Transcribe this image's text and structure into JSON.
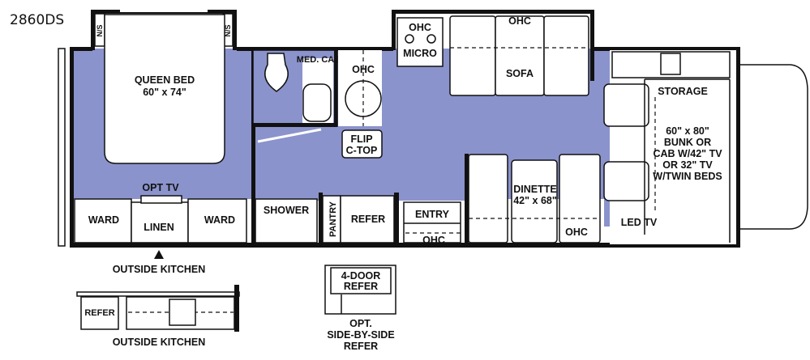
{
  "model": "2860DS",
  "colors": {
    "floor": "#8b93cc",
    "wall": "#111111"
  },
  "labels": {
    "nightstand": "N/S",
    "queen_bed": [
      "QUEEN BED",
      "60\" x 74\""
    ],
    "med_cab": "MED. CAB",
    "ohc": "OHC",
    "micro": "MICRO",
    "sofa": "SOFA",
    "flip_ctop": [
      "FLIP",
      "C-TOP"
    ],
    "storage": "STORAGE",
    "bunk": [
      "60\" x 80\"",
      "BUNK OR",
      "CAB W/42\" TV",
      "OR 32\" TV",
      "W/TWIN BEDS"
    ],
    "opt_tv": "OPT TV",
    "ward": "WARD",
    "linen": "LINEN",
    "shower": "SHOWER",
    "pantry": "PANTRY",
    "refer": "REFER",
    "entry": "ENTRY",
    "dinette": [
      "DINETTE",
      "42\" x 68\""
    ],
    "led_tv": "LED TV",
    "outside_kitchen": "OUTSIDE KITCHEN",
    "four_door_refer": [
      "4-DOOR",
      "REFER"
    ],
    "opt_sbs_refer": [
      "OPT.",
      "SIDE-BY-SIDE",
      "REFER"
    ]
  }
}
